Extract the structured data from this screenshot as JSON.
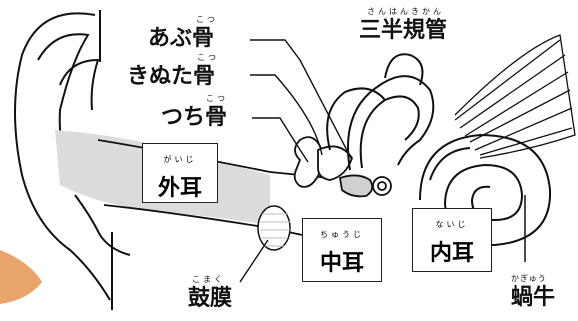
{
  "labels": {
    "malleus": {
      "text": "あぶ骨",
      "ruby": "こつ"
    },
    "incus": {
      "text": "きぬた骨",
      "ruby": "こつ"
    },
    "stapes": {
      "text": "つち骨",
      "ruby": "こつ"
    },
    "semicircular_canals": {
      "text": "三半規管",
      "ruby": "さんはんきかん"
    },
    "outer_ear": {
      "text": "外耳",
      "ruby": "がいじ"
    },
    "middle_ear": {
      "text": "中耳",
      "ruby": "ちゅうじ"
    },
    "inner_ear": {
      "text": "内耳",
      "ruby": "ないじ"
    },
    "eardrum": {
      "text": "鼓膜",
      "ruby": "こまく"
    },
    "cochlea": {
      "text": "蝸牛",
      "ruby": "かぎゅう"
    }
  },
  "colors": {
    "ink": "#111111",
    "canal_shade": "#dcdcdc",
    "membrane": "#bdbdbd",
    "accent": "#e9a469"
  }
}
